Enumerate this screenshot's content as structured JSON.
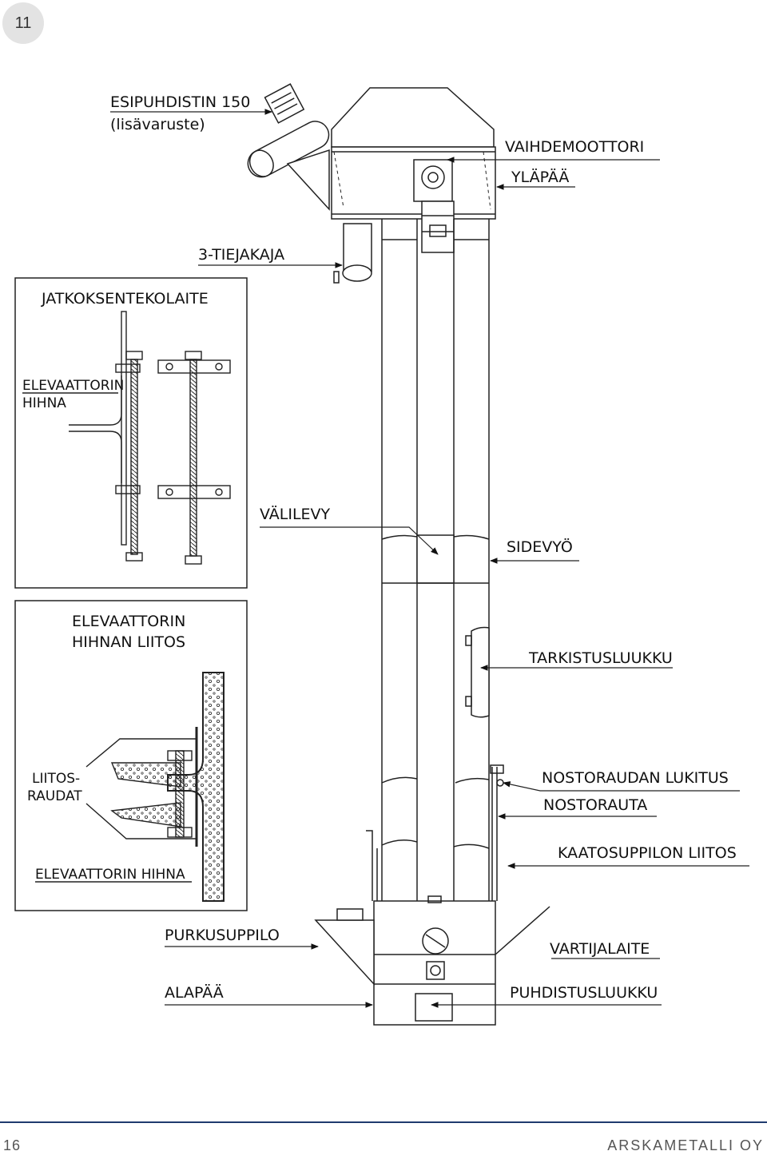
{
  "page_badge": "11",
  "labels": {
    "esipuhdistin_1": "ESIPUHDISTIN 150",
    "esipuhdistin_2": "(lisävaruste)",
    "vaihdemoottori": "VAIHDEMOOTTORI",
    "ylapaa": "YLÄPÄÄ",
    "tiejakaja": "3-TIEJAKAJA",
    "valilevy": "VÄLILEVY",
    "sidevyo": "SIDEVYÖ",
    "tarkistusluukku": "TARKISTUSLUUKKU",
    "nostoraudan_lukitus": "NOSTORAUDAN LUKITUS",
    "nostorauta": "NOSTORAUTA",
    "kaatosuppilon_liitos": "KAATOSUPPILON LIITOS",
    "purkusuppilo": "PURKUSUPPILO",
    "vartijalaite": "VARTIJALAITE",
    "alapaa": "ALAPÄÄ",
    "puhdistusluukku": "PUHDISTUSLUUKKU"
  },
  "inset_top": {
    "title": "JATKOKSENTEKOLAITE",
    "belt_label_1": "ELEVAATTORIN",
    "belt_label_2": "HIHNA"
  },
  "inset_bottom": {
    "title_1": "ELEVAATTORIN",
    "title_2": "HIHNAN LIITOS",
    "liitos_1": "LIITOS-",
    "liitos_2": "RAUDAT",
    "belt_label": "ELEVAATTORIN HIHNA"
  },
  "footer": {
    "page_number": "16",
    "company": "ARSKAMETALLI OY"
  }
}
